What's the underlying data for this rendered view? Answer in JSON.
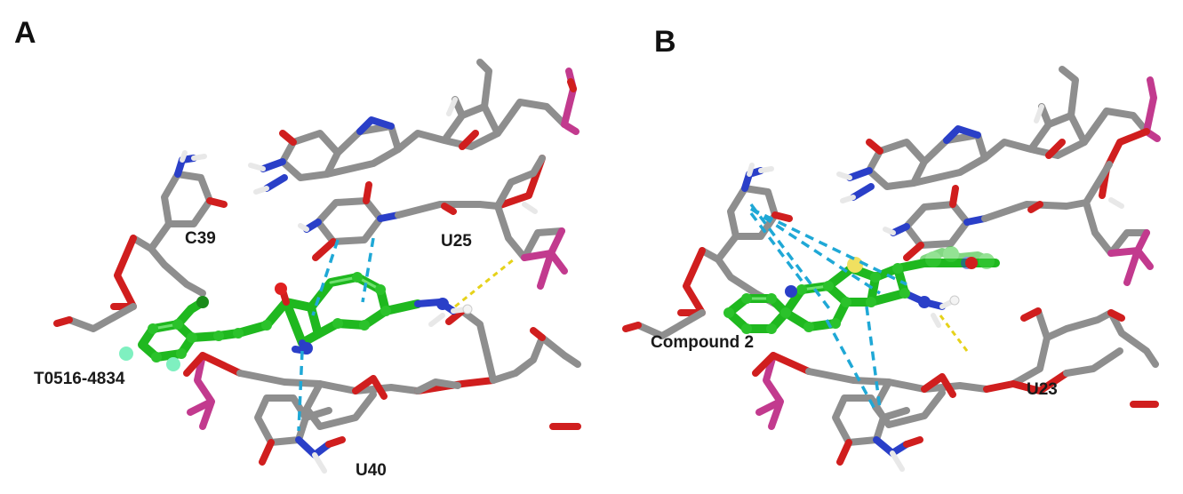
{
  "panels": [
    {
      "letter": "A",
      "labels": {
        "c39": "C39",
        "u25": "U25",
        "ligand": "T0516-4834",
        "u40": "U40"
      }
    },
    {
      "letter": "B",
      "labels": {
        "ligand": "Compound 2",
        "u23": "U23"
      }
    }
  ],
  "colors": {
    "rna_carbon": "#8e8e8e",
    "nitrogen": "#2a3fc8",
    "oxygen": "#d01e1e",
    "phosphorus": "#c23a8e",
    "hydrogen": "#e8e8e8",
    "ligand_carbon": "#1fb81f",
    "fluorine": "#7ff0c0",
    "sulfur": "#f0e060",
    "pi_stacking": "#1fa8d6",
    "hydrogen_bond": "#e6d21a"
  }
}
